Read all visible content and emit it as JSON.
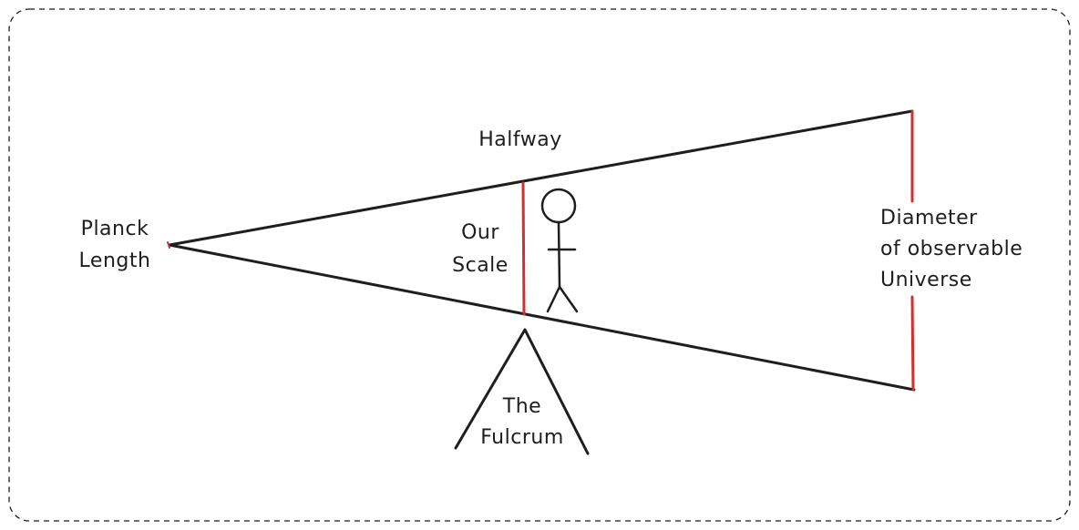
{
  "labels": {
    "halfway": "Halfway",
    "planck_line1": "Planck",
    "planck_line2": "Length",
    "scale_line1": "Our",
    "scale_line2": "Scale",
    "diameter_line1": "Diameter",
    "diameter_line2": "of observable",
    "diameter_line3": "Universe",
    "fulcrum_line1": "The",
    "fulcrum_line2": "Fulcrum"
  },
  "colors": {
    "ink": "#1e1e1e",
    "accent": "#d32f2f",
    "frame": "#1e1e1e"
  }
}
